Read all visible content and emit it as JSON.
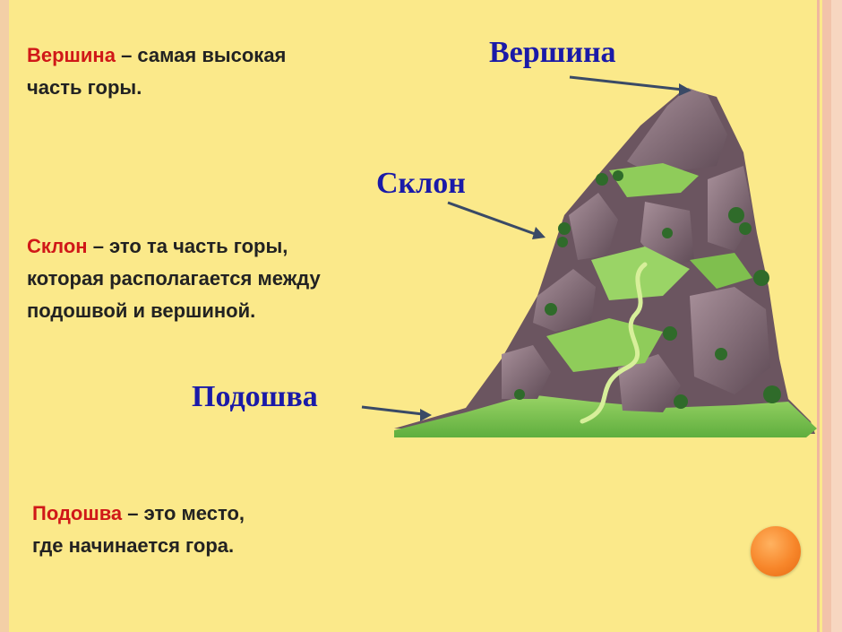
{
  "definitions": {
    "peak": {
      "term": "Вершина",
      "rest": " – самая высокая",
      "line2": "часть горы."
    },
    "slope": {
      "term": "Склон",
      "rest": " – это та часть горы,",
      "line2": "которая располагается между",
      "line3": "подошвой и вершиной."
    },
    "foot": {
      "term": "Подошва",
      "rest": " – это место,",
      "line2": "где начинается гора."
    }
  },
  "labels": {
    "peak": "Вершина",
    "slope": "Склон",
    "foot": "Подошва"
  },
  "colors": {
    "background": "#fbe98a",
    "term": "#d01818",
    "label": "#1a1aa8",
    "accent_orb": "#f7862a"
  }
}
